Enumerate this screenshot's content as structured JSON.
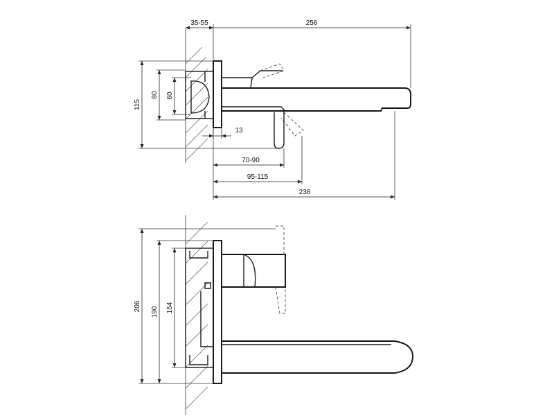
{
  "top_view": {
    "dimensions": {
      "wall_depth": "35-55",
      "spout_reach": "256",
      "plate_height": "80",
      "body_height": "60",
      "overall_height": "115",
      "plate_gap": "13",
      "lever_reach": "70-90",
      "lever_reach_max": "95-115",
      "outlet_reach": "238"
    }
  },
  "front_view": {
    "dimensions": {
      "overall_height": "206",
      "plate_height": "190",
      "box_height": "154"
    }
  }
}
